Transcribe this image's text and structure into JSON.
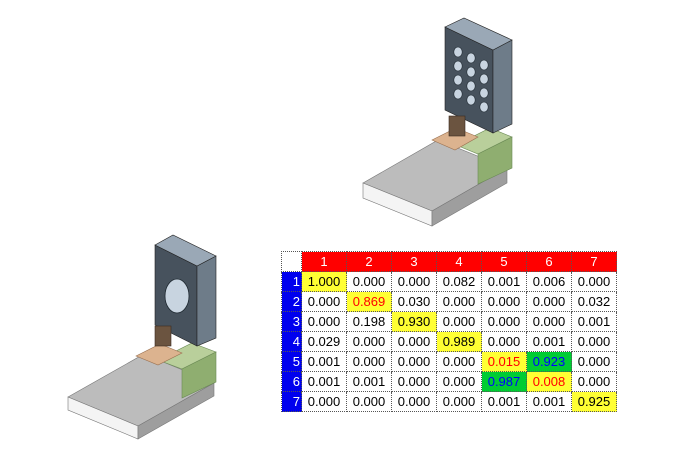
{
  "matrix": {
    "column_headers": [
      "1",
      "2",
      "3",
      "4",
      "5",
      "6",
      "7"
    ],
    "row_headers": [
      "1",
      "2",
      "3",
      "4",
      "5",
      "6",
      "7"
    ],
    "rows": [
      [
        "1.000",
        "0.000",
        "0.000",
        "0.082",
        "0.001",
        "0.006",
        "0.000"
      ],
      [
        "0.000",
        "0.869",
        "0.030",
        "0.000",
        "0.000",
        "0.000",
        "0.032"
      ],
      [
        "0.000",
        "0.198",
        "0.930",
        "0.000",
        "0.000",
        "0.000",
        "0.001"
      ],
      [
        "0.029",
        "0.000",
        "0.000",
        "0.989",
        "0.000",
        "0.001",
        "0.000"
      ],
      [
        "0.001",
        "0.000",
        "0.000",
        "0.000",
        "0.015",
        "0.923",
        "0.000"
      ],
      [
        "0.001",
        "0.001",
        "0.000",
        "0.000",
        "0.987",
        "0.008",
        "0.000"
      ],
      [
        "0.000",
        "0.000",
        "0.000",
        "0.000",
        "0.001",
        "0.001",
        "0.925"
      ]
    ],
    "highlights": [
      {
        "row": 0,
        "col": 0,
        "bg": "#ffff33",
        "fg": "#000000"
      },
      {
        "row": 1,
        "col": 1,
        "bg": "#ffff33",
        "fg": "#ff0000"
      },
      {
        "row": 2,
        "col": 2,
        "bg": "#ffff33",
        "fg": "#000000"
      },
      {
        "row": 3,
        "col": 3,
        "bg": "#ffff33",
        "fg": "#000000"
      },
      {
        "row": 4,
        "col": 4,
        "bg": "#ffff33",
        "fg": "#ff0000"
      },
      {
        "row": 4,
        "col": 5,
        "bg": "#00cc33",
        "fg": "#0000ff"
      },
      {
        "row": 5,
        "col": 4,
        "bg": "#00cc33",
        "fg": "#0000ff"
      },
      {
        "row": 5,
        "col": 5,
        "bg": "#ffff33",
        "fg": "#ff0000"
      },
      {
        "row": 6,
        "col": 6,
        "bg": "#ffff33",
        "fg": "#000000"
      }
    ],
    "colors": {
      "column_header_bg": "#ff0000",
      "row_header_bg": "#0000ee"
    }
  },
  "models": {
    "top": {
      "name": "bracket-with-hole-grid",
      "hole_count": 12
    },
    "bottom": {
      "name": "bracket-with-large-hole",
      "hole_count": 1
    }
  },
  "colors": {
    "plate_top": "#b8b8b8",
    "plate_front": "#ffffff",
    "plate_side": "#9a9a9a",
    "upright_front": "#4a5560",
    "upright_side": "#2a3540",
    "upright_top": "#7a8a9a",
    "weld_orange": "#d9b08c",
    "weld_green": "#b8cf9a",
    "weld_green_dark": "#8fae70"
  }
}
